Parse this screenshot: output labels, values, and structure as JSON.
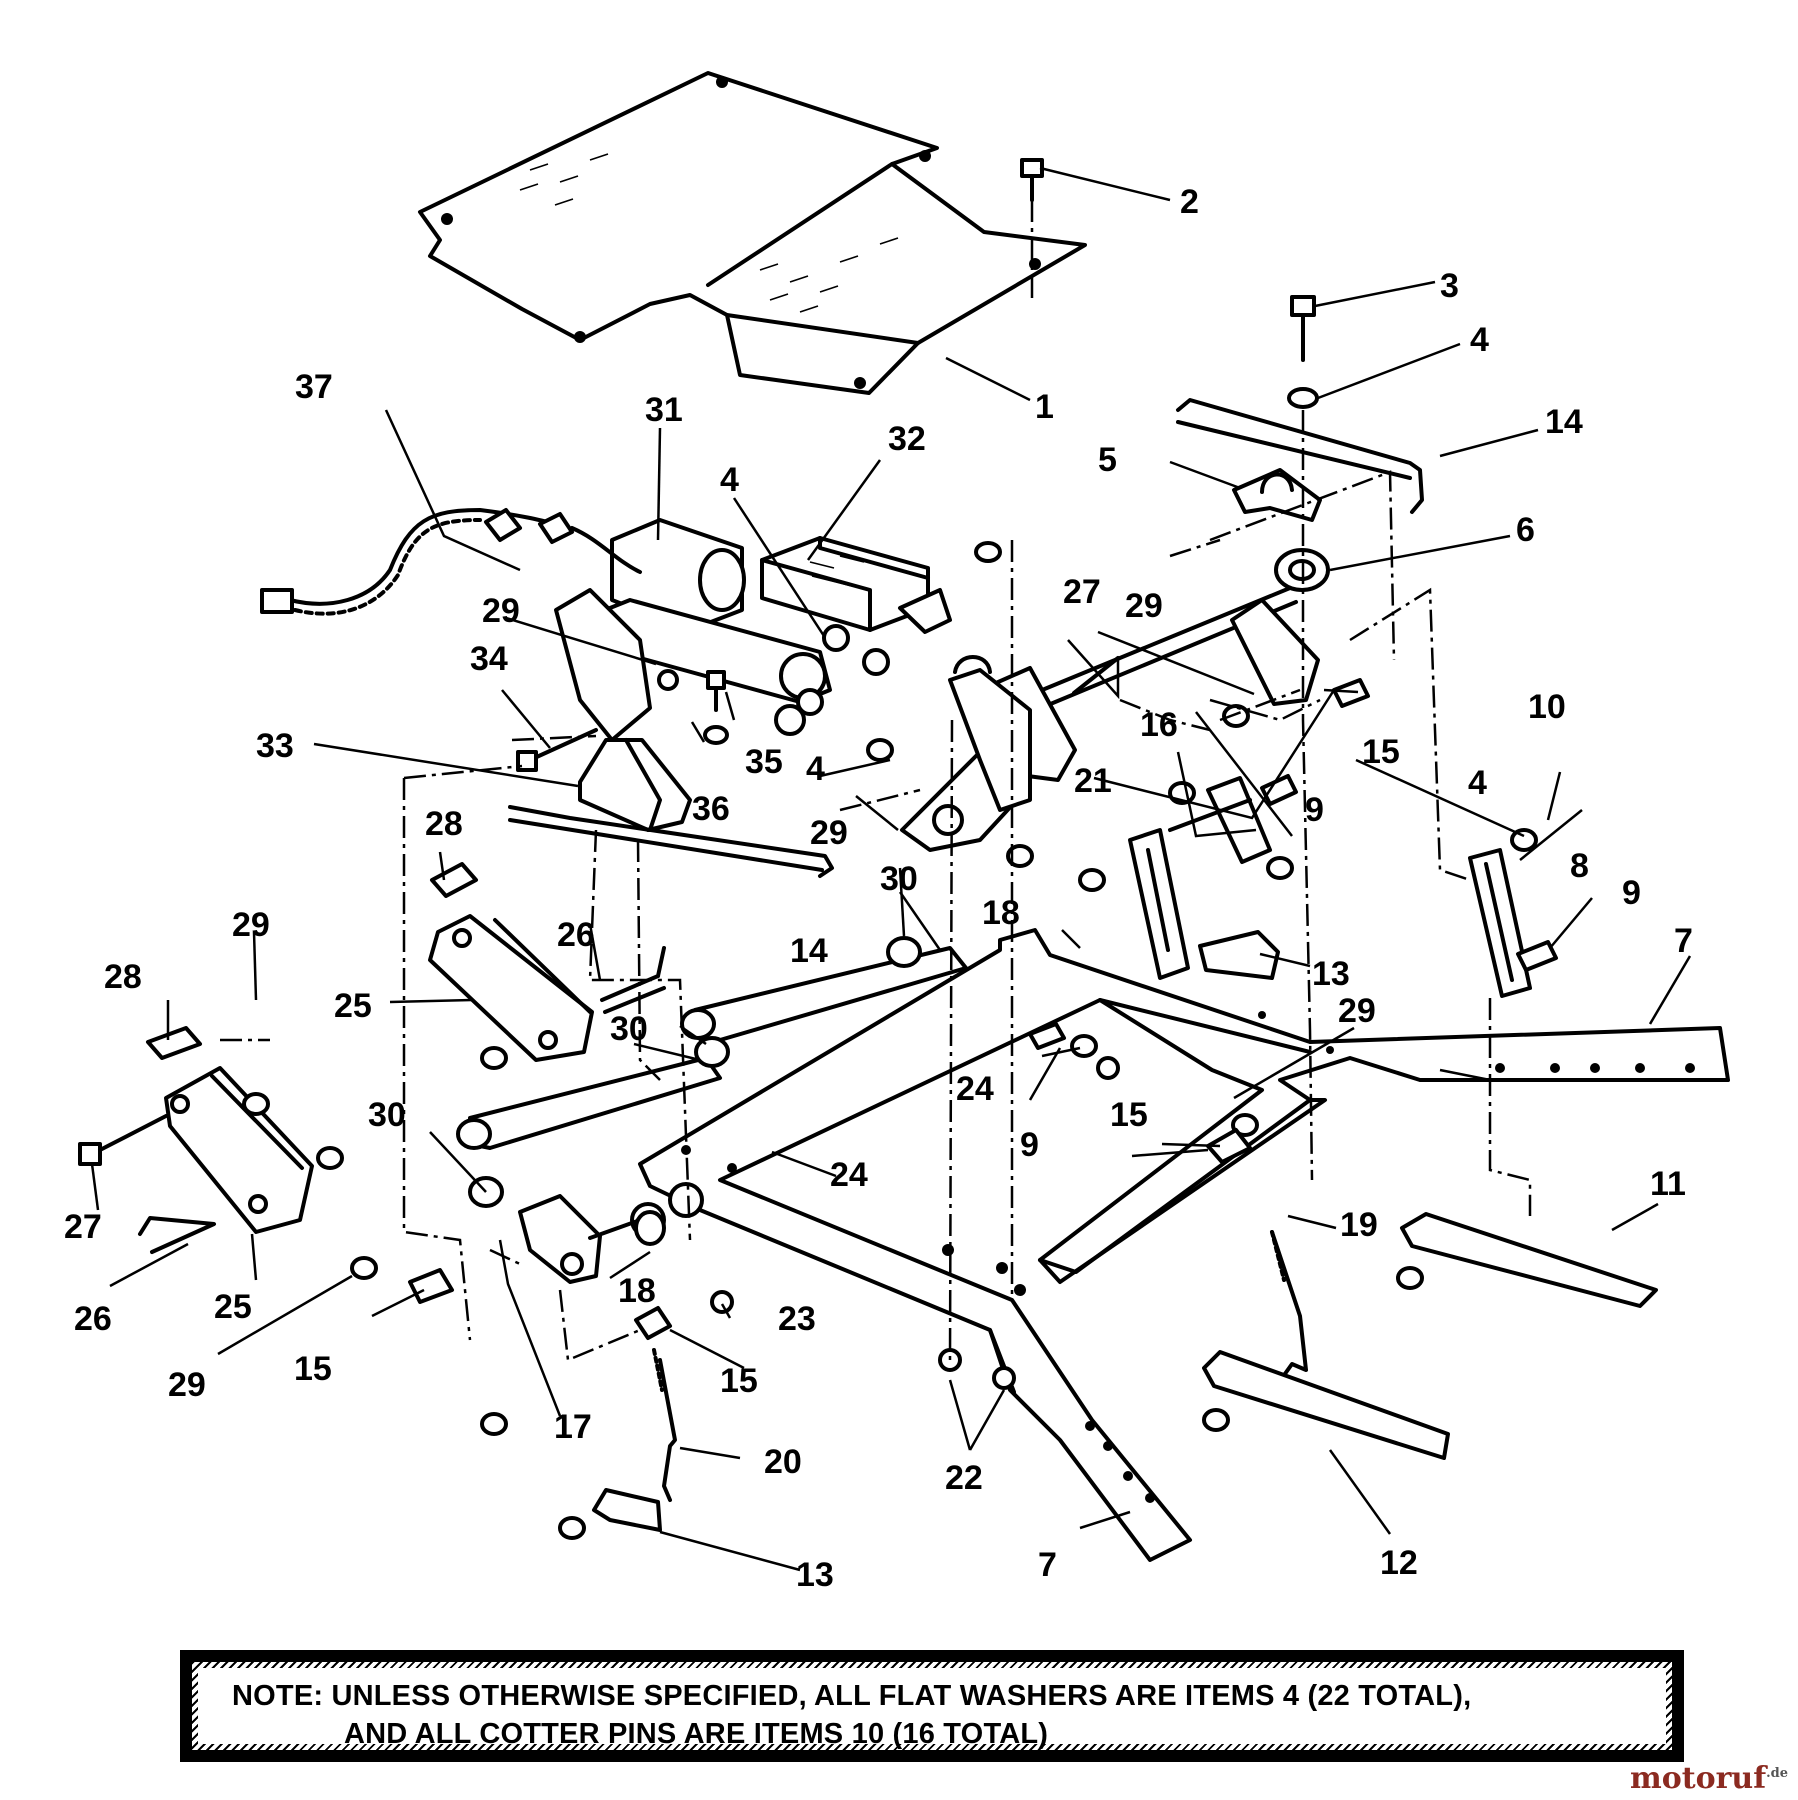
{
  "callouts": {
    "c1": "1",
    "c2": "2",
    "c3": "3",
    "c4a": "4",
    "c4b": "4",
    "c4c": "4",
    "c4d": "4",
    "c5": "5",
    "c6": "6",
    "c7a": "7",
    "c7b": "7",
    "c8": "8",
    "c9a": "9",
    "c9b": "9",
    "c9c": "9",
    "c10": "10",
    "c11": "11",
    "c12": "12",
    "c13a": "13",
    "c13b": "13",
    "c14a": "14",
    "c14b": "14",
    "c15a": "15",
    "c15b": "15",
    "c15c": "15",
    "c15d": "15",
    "c16": "16",
    "c17": "17",
    "c18a": "18",
    "c18b": "18",
    "c19": "19",
    "c20": "20",
    "c21": "21",
    "c22": "22",
    "c23": "23",
    "c24a": "24",
    "c24b": "24",
    "c25a": "25",
    "c25b": "25",
    "c26a": "26",
    "c26b": "26",
    "c27a": "27",
    "c27b": "27",
    "c28a": "28",
    "c28b": "28",
    "c29a": "29",
    "c29b": "29",
    "c29c": "29",
    "c29d": "29",
    "c29e": "29",
    "c29f": "29",
    "c30a": "30",
    "c30b": "30",
    "c30c": "30",
    "c31": "31",
    "c32": "32",
    "c33": "33",
    "c34": "34",
    "c35": "35",
    "c36": "36",
    "c37": "37"
  },
  "note": {
    "line1": "NOTE:  UNLESS OTHERWISE SPECIFIED, ALL FLAT WASHERS ARE ITEMS 4 (22 TOTAL),",
    "line2": "AND ALL COTTER PINS ARE ITEMS 10 (16 TOTAL)"
  },
  "watermark": {
    "brand": "motoruf",
    "suffix": ".de",
    "color": "#8b2a20"
  }
}
